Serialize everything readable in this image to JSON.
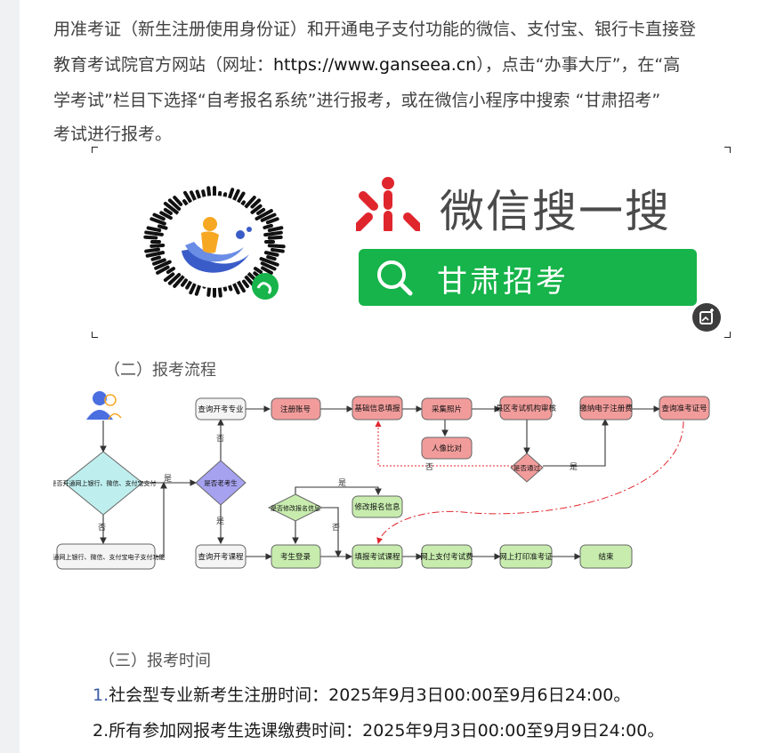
{
  "intro": {
    "line1": "用准考证（新生注册使用身份证）和开通电子支付功能的微信、支付宝、银行卡直接登",
    "line2_a": "教育考试院官方网站（网址：",
    "line2_url": "https://www.ganseea.cn",
    "line2_b": "），点击“办事大厅”，在“高",
    "line3": "学考试”栏目下选择“自考报名系统”进行报考，或在微信小程序中搜索 “甘肃招考”",
    "line4": "考试进行报考。"
  },
  "banner": {
    "wechat_search_label": "微信搜一搜",
    "search_term": "甘肃招考"
  },
  "section2": {
    "title": "（二）报考流程"
  },
  "flowchart": {
    "nodes": {
      "query_major": "查询开考专业",
      "register_account": "注册账号",
      "basic_info": "基础信息填报",
      "photo": "采集照片",
      "county_review": "县区考试机构审核",
      "pay_register": "缴纳电子注册费",
      "query_ticket": "查询准考证号",
      "face_compare": "人像比对",
      "passed": "是否通过",
      "open_payment": "是否开通网上银行、微信、支付宝支付",
      "new_candidate": "是否老考生",
      "modify_info_q": "是否修改报名信息",
      "modify_info": "修改报名信息",
      "enable_payment": "开通网上银行、微信、支付宝电子支付功能",
      "query_course": "查询开考课程",
      "login": "考生登录",
      "fill_course": "填报考试课程",
      "pay_online": "网上支付考试费",
      "print_ticket": "网上打印准考证",
      "end": "结束"
    },
    "yes": "是",
    "no": "否"
  },
  "section3": {
    "title": "（三）报考时间"
  },
  "schedule": {
    "item1_num": "1.",
    "item1": "社会型专业新考生注册时间：2025年9月3日00:00至9月6日24:00。",
    "item2": "2.所有参加网报考生选课缴费时间：2025年9月3日00:00至9月9日24:00。"
  },
  "colors": {
    "wechat_green": "#16b44a",
    "node_blue": "#f2f2f2",
    "node_red": "#f19c9b",
    "node_green": "#c7ecae",
    "diamond_cyan": "#bfeeee",
    "diamond_purple": "#a6a2f0",
    "accent_red": "#e0262d"
  }
}
